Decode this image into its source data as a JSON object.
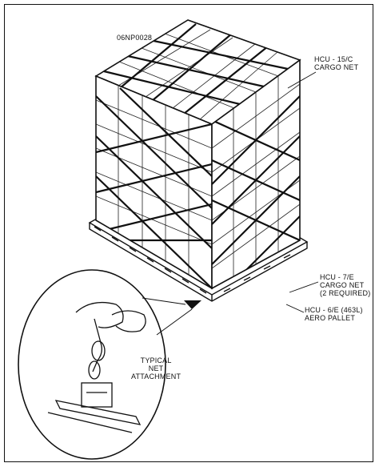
{
  "figure_id": "06NP0028",
  "labels": {
    "top_net": [
      "HCU - 15/C",
      "CARGO NET"
    ],
    "side_net": [
      "HCU - 7/E",
      "CARGO NET",
      "(2 REQUIRED)"
    ],
    "pallet": [
      "HCU - 6/E (463L)",
      "AERO PALLET"
    ],
    "attachment": [
      "TYPICAL",
      "NET",
      "ATTACHMENT"
    ]
  }
}
